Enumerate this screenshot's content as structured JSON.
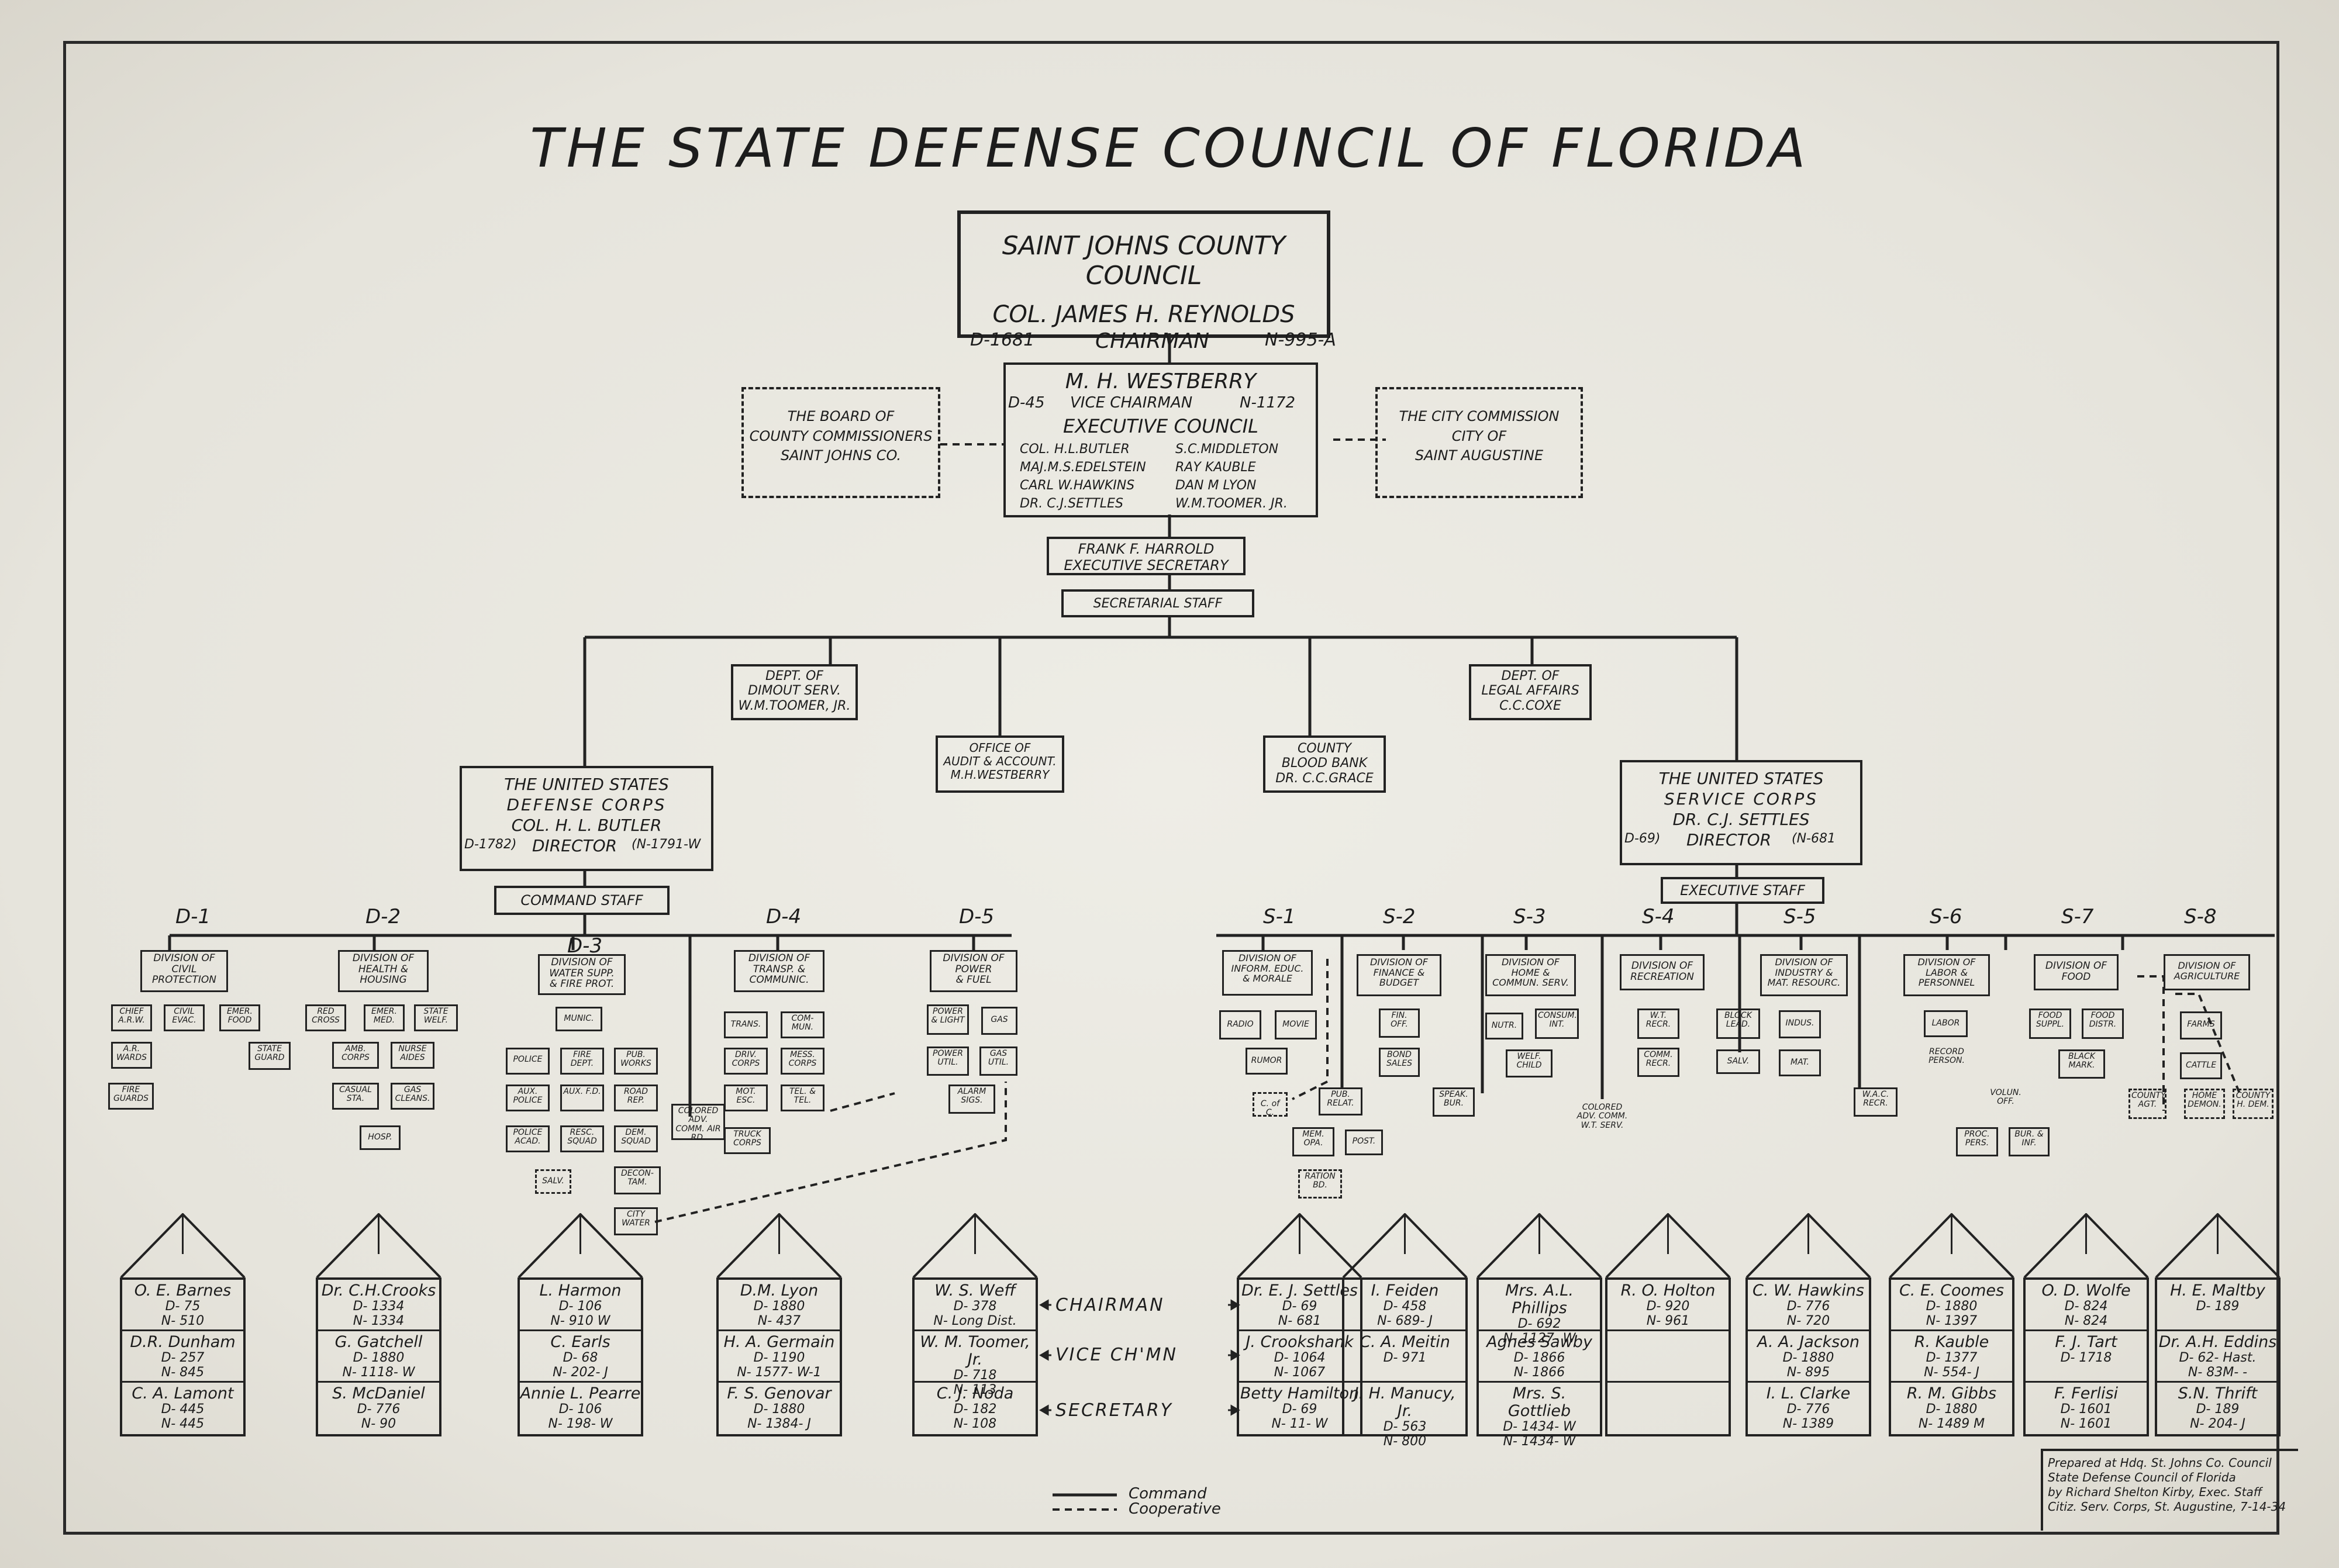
{
  "title": "THE STATE DEFENSE COUNCIL OF FLORIDA",
  "county_council": {
    "name": "SAINT JOHNS COUNTY COUNCIL",
    "chair": "COL. JAMES H. REYNOLDS",
    "left_code": "D-1681",
    "role": "CHAIRMAN",
    "right_code": "N-995-A"
  },
  "executive_council": {
    "vice": "M. H. WESTBERRY",
    "vice_code": "D-45",
    "vice_role": "VICE CHAIRMAN",
    "vice_ncode": "N-1172",
    "heading": "EXECUTIVE COUNCIL",
    "members_left": [
      "COL. H.L.BUTLER",
      "MAJ.M.S.EDELSTEIN",
      "CARL W.HAWKINS",
      "DR. C.J.SETTLES"
    ],
    "members_right": [
      "S.C.MIDDLETON",
      "RAY KAUBLE",
      "DAN M LYON",
      "W.M.TOOMER. JR."
    ]
  },
  "board": [
    "THE BOARD OF",
    "COUNTY COMMISSIONERS",
    "SAINT JOHNS CO."
  ],
  "city_commission": [
    "THE CITY COMMISSION",
    "CITY OF",
    "SAINT AUGUSTINE"
  ],
  "exec_secretary": [
    "FRANK F. HARROLD",
    "EXECUTIVE SECRETARY"
  ],
  "secretarial_staff": "SECRETARIAL STAFF",
  "dept_dimout": [
    "DEPT. OF",
    "DIMOUT SERV.",
    "W.M.TOOMER, JR."
  ],
  "dept_legal": [
    "DEPT. OF",
    "LEGAL AFFAIRS",
    "C.C.COXE"
  ],
  "office_audit": [
    "OFFICE OF",
    "AUDIT & ACCOUNT.",
    "M.H.WESTBERRY"
  ],
  "blood_bank": [
    "COUNTY",
    "BLOOD BANK",
    "DR. C.C.GRACE"
  ],
  "defense_corps": {
    "l1": "THE UNITED STATES",
    "l2": "DEFENSE CORPS",
    "l3": "COL. H. L. BUTLER",
    "l4a": "D-1782)",
    "l4b": "DIRECTOR",
    "l4c": "(N-1791-W"
  },
  "service_corps": {
    "l1": "THE UNITED STATES",
    "l2": "SERVICE CORPS",
    "l3": "DR. C.J. SETTLES",
    "l4a": "D-69)",
    "l4b": "DIRECTOR",
    "l4c": "(N-681"
  },
  "command_staff": "COMMAND STAFF",
  "executive_staff": "EXECUTIVE STAFF",
  "d_labels": [
    "D-1",
    "D-2",
    "D-3",
    "D-4",
    "D-5"
  ],
  "s_labels": [
    "S-1",
    "S-2",
    "S-3",
    "S-4",
    "S-5",
    "S-6",
    "S-7",
    "S-8"
  ],
  "divisions_d": [
    [
      "DIVISION OF",
      "CIVIL",
      "PROTECTION"
    ],
    [
      "DIVISION OF",
      "HEALTH &",
      "HOUSING"
    ],
    [
      "DIVISION OF",
      "WATER SUPP.",
      "& FIRE PROT."
    ],
    [
      "DIVISION OF",
      "TRANSP. &",
      "COMMUNIC."
    ],
    [
      "DIVISION OF",
      "POWER",
      "& FUEL"
    ]
  ],
  "divisions_s": [
    [
      "DIVISION OF",
      "INFORM. EDUC.",
      "& MORALE"
    ],
    [
      "DIVISION OF",
      "FINANCE &",
      "BUDGET"
    ],
    [
      "DIVISION OF",
      "HOME &",
      "COMMUN. SERV."
    ],
    [
      "DIVISION OF",
      "RECREATION"
    ],
    [
      "DIVISION OF",
      "INDUSTRY &",
      "MAT. RESOURC."
    ],
    [
      "DIVISION OF",
      "LABOR &",
      "PERSONNEL"
    ],
    [
      "DIVISION OF",
      "FOOD"
    ],
    [
      "DIVISION OF",
      "AGRICULTURE"
    ]
  ],
  "sub": {
    "d1": [
      "CHIEF A.R.W.",
      "CIVIL EVAC.",
      "EMER. FOOD",
      "A.R. WARDS",
      "STATE GUARD",
      "FIRE GUARDS"
    ],
    "d2": [
      "RED CROSS",
      "EMER. MED.",
      "STATE WELF.",
      "AMB. CORPS",
      "NURSE AIDES",
      "CASUAL STA.",
      "GAS CLEANS.",
      "HOSP."
    ],
    "d3": [
      "MUNIC.",
      "POLICE",
      "FIRE DEPT.",
      "PUB. WORKS",
      "AUX. POLICE",
      "AUX. F.D.",
      "ROAD REP.",
      "POLICE ACAD.",
      "RESC. SQUAD",
      "DEM. SQUAD",
      "SALV.",
      "DECON- TAM.",
      "CITY WATER"
    ],
    "d4": [
      "TRANS.",
      "COM- MUN.",
      "DRIV. CORPS",
      "MESS. CORPS",
      "MOT. ESC.",
      "TEL. & TEL.",
      "TRUCK CORPS",
      "COLORED ADV. COMM. AIR RD."
    ],
    "d5": [
      "POWER & LIGHT",
      "GAS",
      "POWER UTIL.",
      "GAS UTIL.",
      "ALARM SIGS."
    ],
    "s1": [
      "RADIO",
      "MOVIE",
      "RUMOR",
      "C. of C."
    ],
    "s2": [
      "FIN. OFF.",
      "BOND SALES",
      "PUB. RELAT.",
      "MEM. OPA.",
      "POST.",
      "RATION BD."
    ],
    "s3": [
      "NUTR.",
      "CONSUM. INT.",
      "WELF. CHILD",
      "SPEAK. BUR."
    ],
    "s4": [
      "W.T. RECR.",
      "COMM. RECR.",
      "COLORED ADV. COMM. W.T. SERV."
    ],
    "s5": [
      "BLOCK LEAD.",
      "SALV.",
      "INDUS.",
      "MAT."
    ],
    "s6": [
      "LABOR",
      "RECORD PERSON.",
      "W.A.C. RECR.",
      "VOLUN. OFF.",
      "PROC. PERS.",
      "BUR. & INF."
    ],
    "s7": [
      "FOOD SUPPL.",
      "FOOD DISTR.",
      "BLACK MARK."
    ],
    "s8": [
      "FARMS",
      "CATTLE",
      "COUNTY AGT.",
      "HOME DEMON.",
      "COUNTY H. DEM."
    ]
  },
  "houses": [
    [
      [
        "O. E. Barnes",
        "D- 75",
        "N- 510"
      ],
      [
        "D.R. Dunham",
        "D- 257",
        "N- 845"
      ],
      [
        "C. A. Lamont",
        "D- 445",
        "N- 445"
      ]
    ],
    [
      [
        "Dr. C.H.Crooks",
        "D- 1334",
        "N- 1334"
      ],
      [
        "G. Gatchell",
        "D- 1880",
        "N- 1118- W"
      ],
      [
        "S. McDaniel",
        "D- 776",
        "N- 90"
      ]
    ],
    [
      [
        "L. Harmon",
        "D- 106",
        "N- 910 W"
      ],
      [
        "C. Earls",
        "D- 68",
        "N- 202- J"
      ],
      [
        "Annie L. Pearre",
        "D- 106",
        "N- 198- W"
      ]
    ],
    [
      [
        "D.M. Lyon",
        "D- 1880",
        "N- 437"
      ],
      [
        "H. A. Germain",
        "D- 1190",
        "N- 1577- W-1"
      ],
      [
        "F. S. Genovar",
        "D- 1880",
        "N- 1384- J"
      ]
    ],
    [
      [
        "W. S. Weff",
        "D- 378",
        "N- Long Dist."
      ],
      [
        "W. M. Toomer, Jr.",
        "D- 718",
        "N- 113"
      ],
      [
        "C. J. Noda",
        "D- 182",
        "N- 108"
      ]
    ],
    [
      [
        "Dr. E. J. Settles",
        "D- 69",
        "N- 681"
      ],
      [
        "J. Crookshank",
        "D- 1064",
        "N- 1067"
      ],
      [
        "Betty Hamilton",
        "D- 69",
        "N- 11- W"
      ]
    ],
    [
      [
        "I. Feiden",
        "D- 458",
        "N- 689- J"
      ],
      [
        "C. A. Meitin",
        "D- 971",
        ""
      ],
      [
        "J. H. Manucy, Jr.",
        "D- 563",
        "N- 800"
      ]
    ],
    [
      [
        "Mrs. A.L. Phillips",
        "D- 692",
        "N- 1127- W"
      ],
      [
        "Agnes Sawby",
        "D- 1866",
        "N- 1866"
      ],
      [
        "Mrs. S. Gottlieb",
        "D- 1434- W",
        "N- 1434- W"
      ]
    ],
    [
      [
        "R. O. Holton",
        "D- 920",
        "N- 961"
      ],
      [
        "",
        "",
        ""
      ],
      [
        "",
        "",
        ""
      ]
    ],
    [
      [
        "C. W. Hawkins",
        "D- 776",
        "N- 720"
      ],
      [
        "A. A. Jackson",
        "D- 1880",
        "N- 895"
      ],
      [
        "I. L. Clarke",
        "D- 776",
        "N- 1389"
      ]
    ],
    [
      [
        "C. E. Coomes",
        "D- 1880",
        "N- 1397"
      ],
      [
        "R. Kauble",
        "D- 1377",
        "N- 554- J"
      ],
      [
        "R. M. Gibbs",
        "D- 1880",
        "N- 1489 M"
      ]
    ],
    [
      [
        "O. D. Wolfe",
        "D- 824",
        "N- 824"
      ],
      [
        "F. J. Tart",
        "D- 1718",
        ""
      ],
      [
        "F. Ferlisi",
        "D- 1601",
        "N- 1601"
      ]
    ],
    [
      [
        "H. E. Maltby",
        "D- 189",
        ""
      ],
      [
        "Dr. A.H. Eddins",
        "D- 62- Hast.",
        "N- 83M- -"
      ],
      [
        "S.N. Thrift",
        "D- 189",
        "N- 204- J"
      ]
    ]
  ],
  "role_labels": [
    "CHAIRMAN",
    "VICE CH'MN",
    "SECRETARY"
  ],
  "legend": {
    "command": "Command",
    "cooperative": "Cooperative"
  },
  "prepared": [
    "Prepared at Hdq. St. Johns Co. Council",
    "State Defense Council of Florida",
    "by Richard Shelton Kirby, Exec. Staff",
    "Citiz. Serv. Corps, St. Augustine, 7-14-34"
  ]
}
